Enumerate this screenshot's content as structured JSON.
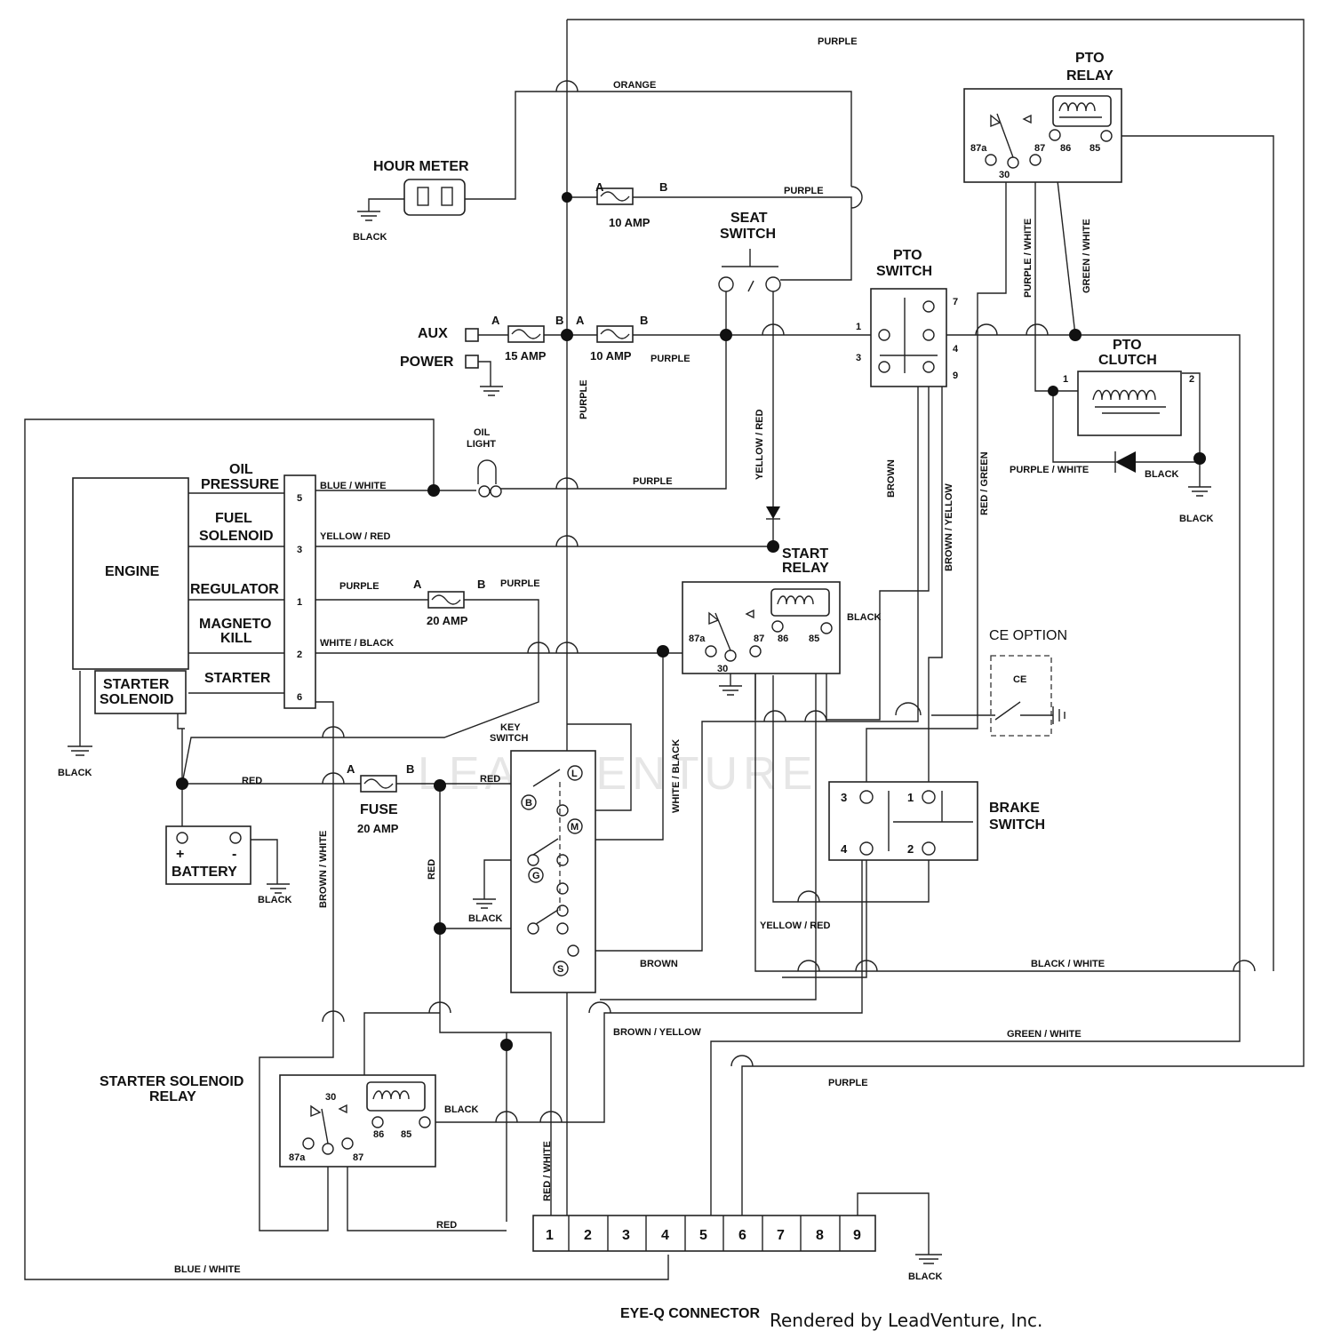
{
  "components": {
    "hour_meter": "HOUR METER",
    "seat_switch_1": "SEAT",
    "seat_switch_2": "SWITCH",
    "pto_relay_1": "PTO",
    "pto_relay_2": "RELAY",
    "pto_switch_1": "PTO",
    "pto_switch_2": "SWITCH",
    "pto_clutch_1": "PTO",
    "pto_clutch_2": "CLUTCH",
    "aux": "AUX",
    "power": "POWER",
    "oil_light_1": "OIL",
    "oil_light_2": "LIGHT",
    "engine": "ENGINE",
    "oil_pressure_1": "OIL",
    "oil_pressure_2": "PRESSURE",
    "fuel_solenoid_1": "FUEL",
    "fuel_solenoid_2": "SOLENOID",
    "regulator": "REGULATOR",
    "magneto_1": "MAGNETO",
    "magneto_2": "KILL",
    "starter": "STARTER",
    "starter_solenoid_1": "STARTER",
    "starter_solenoid_2": "SOLENOID",
    "start_relay_1": "START",
    "start_relay_2": "RELAY",
    "ce_option": "CE OPTION",
    "ce": "CE",
    "key_switch_1": "KEY",
    "key_switch_2": "SWITCH",
    "brake_switch_1": "BRAKE",
    "brake_switch_2": "SWITCH",
    "battery": "BATTERY",
    "fuse": "FUSE",
    "ssr_1": "STARTER SOLENOID",
    "ssr_2": "RELAY",
    "eyeq": "EYE-Q CONNECTOR"
  },
  "fuses": {
    "f10_top": "10 AMP",
    "f15": "15 AMP",
    "f10_mid": "10 AMP",
    "f20_reg": "20 AMP",
    "f20_main": "20 AMP",
    "a": "A",
    "b": "B"
  },
  "wires": {
    "purple": "PURPLE",
    "orange": "ORANGE",
    "black": "BLACK",
    "blue_white": "BLUE / WHITE",
    "yellow_red": "YELLOW / RED",
    "white_black": "WHITE / BLACK",
    "red": "RED",
    "brown": "BROWN",
    "brown_yellow": "BROWN / YELLOW",
    "red_green": "RED / GREEN",
    "purple_white": "PURPLE / WHITE",
    "green_white": "GREEN / WHITE",
    "black_white": "BLACK / WHITE",
    "brown_white": "BROWN / WHITE",
    "red_white": "RED / WHITE"
  },
  "pins": {
    "engine": [
      "5",
      "3",
      "1",
      "2",
      "6"
    ],
    "pto_switch": [
      "1",
      "3",
      "7",
      "4",
      "9"
    ],
    "relay": [
      "87a",
      "30",
      "87",
      "86",
      "85"
    ],
    "clutch": [
      "1",
      "2"
    ],
    "brake": [
      "3",
      "1",
      "4",
      "2"
    ],
    "key": [
      "L",
      "B",
      "M",
      "G",
      "S"
    ],
    "battery_plus": "+",
    "battery_minus": "-",
    "eyeq": [
      "1",
      "2",
      "3",
      "4",
      "5",
      "6",
      "7",
      "8",
      "9"
    ]
  },
  "watermark": "LEADVENTURE",
  "footer": "Rendered by LeadVenture, Inc."
}
